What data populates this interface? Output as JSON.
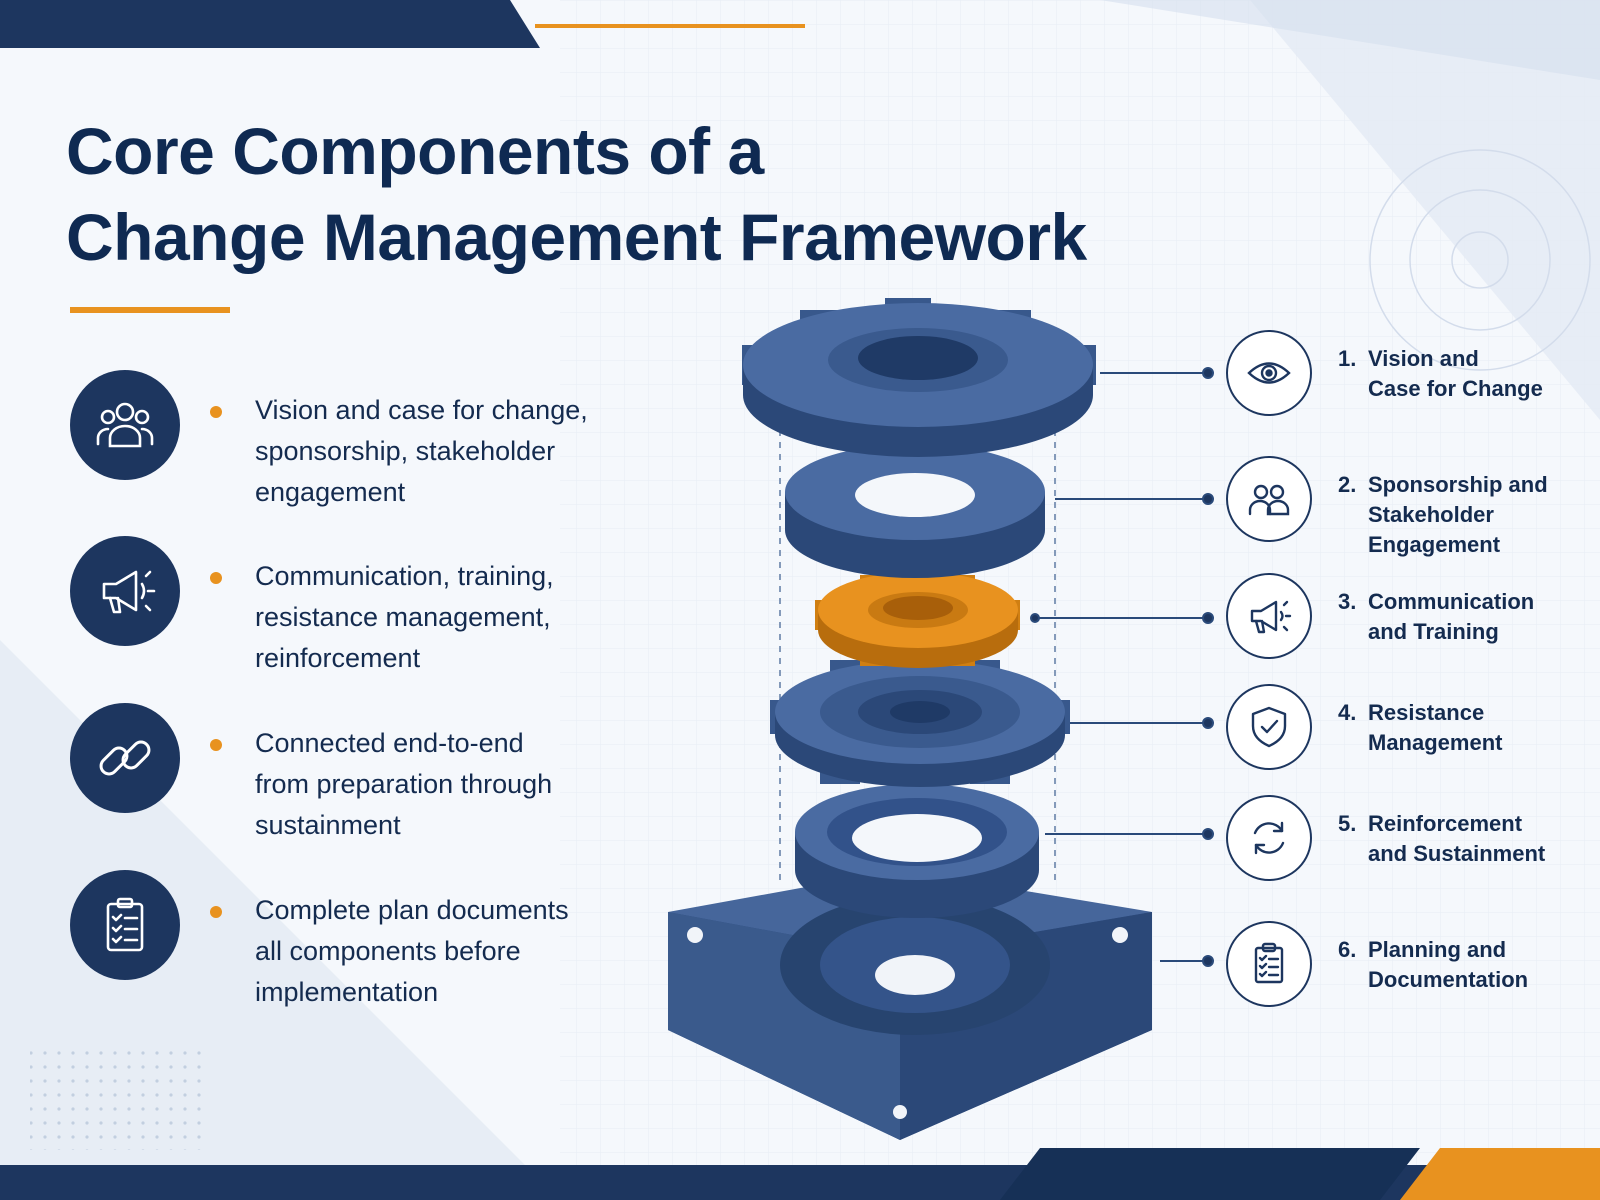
{
  "title": {
    "line1": "Core Components of a",
    "line2": "Change Management Framework"
  },
  "accent_color": "#e8921f",
  "navy_color": "#1d365f",
  "left_points": [
    {
      "icon": "people-group-icon",
      "lines": [
        "Vision and case for change,",
        "sponsorship, stakeholder",
        "engagement"
      ]
    },
    {
      "icon": "megaphone-icon",
      "lines": [
        "Communication, training,",
        "resistance management,",
        "reinforcement"
      ]
    },
    {
      "icon": "chain-link-icon",
      "lines": [
        "Connected end-to-end",
        "from preparation through",
        "sustainment"
      ]
    },
    {
      "icon": "clipboard-checklist-icon",
      "lines": [
        "Complete plan documents",
        "all components before",
        "implementation"
      ]
    }
  ],
  "components": [
    {
      "number": "1.",
      "icon": "eye-icon",
      "lines": [
        "Vision and",
        "Case for Change"
      ]
    },
    {
      "number": "2.",
      "icon": "people-icon",
      "lines": [
        "Sponsorship and",
        "Stakeholder",
        "Engagement"
      ]
    },
    {
      "number": "3.",
      "icon": "megaphone-icon",
      "lines": [
        "Communication",
        "and Training"
      ]
    },
    {
      "number": "4.",
      "icon": "shield-check-icon",
      "lines": [
        "Resistance",
        "Management"
      ]
    },
    {
      "number": "5.",
      "icon": "refresh-cycle-icon",
      "lines": [
        "Reinforcement",
        "and Sustainment"
      ]
    },
    {
      "number": "6.",
      "icon": "clipboard-checklist-icon",
      "lines": [
        "Planning and",
        "Documentation"
      ]
    }
  ]
}
